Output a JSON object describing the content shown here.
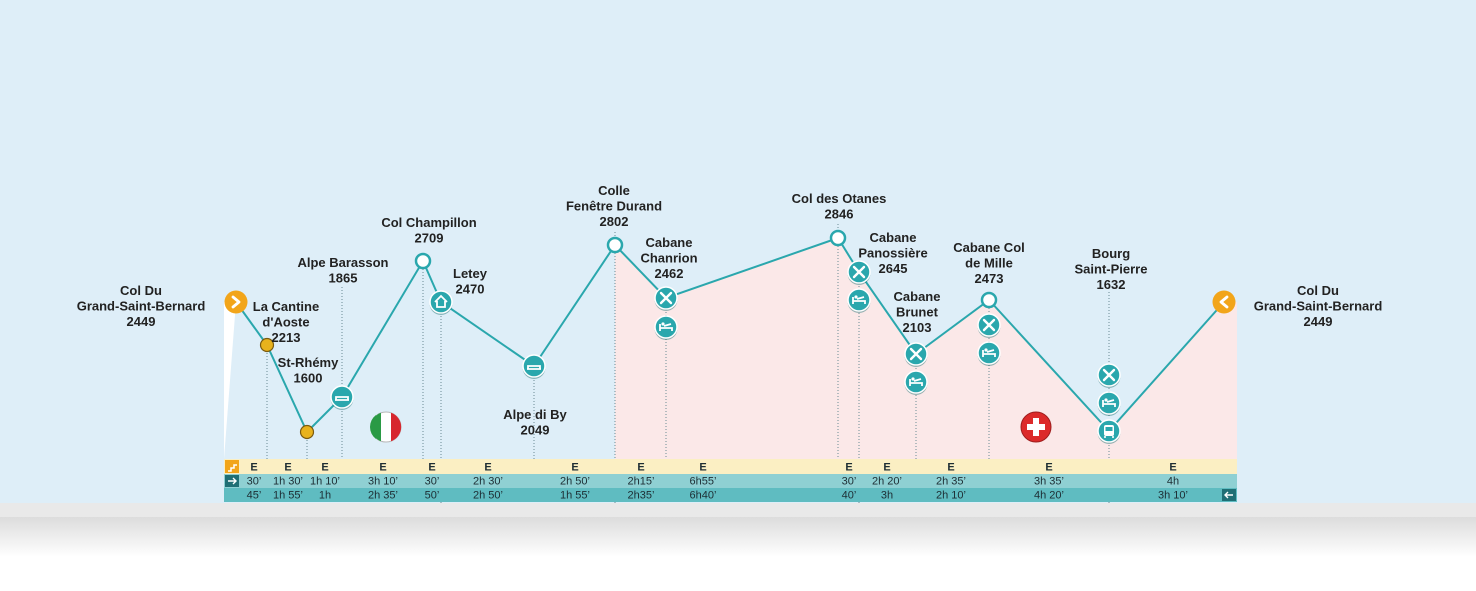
{
  "colors": {
    "sky": "#deeef8",
    "italy_fill": "#ffffff",
    "swiss_fill": "#fbe8e8",
    "line": "#2aa7ad",
    "badge": "#2aa7ad",
    "yellow_row": "#fbefc3",
    "time_row_1": "#8fd0d3",
    "time_row_2": "#5fbcc1",
    "arrow_badge": "#f2a51a",
    "passing_point": "#e8b21c"
  },
  "endpoints": {
    "start": {
      "name_line1": "Col Du",
      "name_line2": "Grand-Saint-Bernard",
      "altitude": "2449",
      "icon": "chevron-right-icon"
    },
    "end": {
      "name_line1": "Col Du",
      "name_line2": "Grand-Saint-Bernard",
      "altitude": "2449",
      "icon": "chevron-left-icon"
    }
  },
  "waypoints": [
    {
      "lines": [
        "La Cantine",
        "d'Aoste"
      ],
      "altitude": "2213",
      "icons": [
        "passing-point"
      ]
    },
    {
      "lines": [
        "St-Rhémy"
      ],
      "altitude": "1600",
      "icons": [
        "passing-point"
      ]
    },
    {
      "lines": [
        "Alpe Barasson"
      ],
      "altitude": "1865",
      "icons": [
        "bed-icon"
      ]
    },
    {
      "lines": [
        "Col  Champillon"
      ],
      "altitude": "2709",
      "icons": [
        "pass-icon"
      ]
    },
    {
      "lines": [
        "Letey"
      ],
      "altitude": "2470",
      "icons": [
        "house-icon"
      ]
    },
    {
      "lines": [
        "Alpe di By"
      ],
      "altitude": "2049",
      "icons": [
        "bed-icon"
      ]
    },
    {
      "lines": [
        "Colle",
        "Fenêtre Durand"
      ],
      "altitude": "2802",
      "icons": [
        "pass-icon"
      ]
    },
    {
      "lines": [
        "Cabane",
        "Chanrion"
      ],
      "altitude": "2462",
      "icons": [
        "restaurant-icon",
        "sleep-icon"
      ]
    },
    {
      "lines": [
        "Col des Otanes"
      ],
      "altitude": "2846",
      "icons": [
        "pass-icon"
      ]
    },
    {
      "lines": [
        "Cabane",
        "Panossière"
      ],
      "altitude": "2645",
      "icons": [
        "restaurant-icon",
        "sleep-icon"
      ]
    },
    {
      "lines": [
        "Cabane",
        "Brunet"
      ],
      "altitude": "2103",
      "icons": [
        "restaurant-icon",
        "sleep-icon"
      ]
    },
    {
      "lines": [
        "Cabane Col",
        "de Mille"
      ],
      "altitude": "2473",
      "icons": [
        "pass-icon",
        "restaurant-icon",
        "sleep-icon"
      ]
    },
    {
      "lines": [
        "Bourg",
        "Saint-Pierre"
      ],
      "altitude": "1632",
      "icons": [
        "restaurant-icon",
        "sleep-icon",
        "bus-icon"
      ]
    }
  ],
  "flags": {
    "italy": "italy-flag-icon",
    "switzerland": "swiss-flag-icon"
  },
  "table": {
    "row_icons": {
      "grade": "stairs-icon",
      "forward": "arrow-right-icon",
      "backward": "arrow-left-icon"
    },
    "segments": [
      {
        "grade": "E",
        "forward": "30’",
        "backward": "45’"
      },
      {
        "grade": "E",
        "forward": "1h 30’",
        "backward": "1h 55’"
      },
      {
        "grade": "E",
        "forward": "1h 10’",
        "backward": "1h"
      },
      {
        "grade": "E",
        "forward": "3h 10’",
        "backward": "2h 35’"
      },
      {
        "grade": "E",
        "forward": "30’",
        "backward": "50’"
      },
      {
        "grade": "E",
        "forward": "2h 30’",
        "backward": "2h 50’"
      },
      {
        "grade": "E",
        "forward": "2h 50’",
        "backward": "1h 55’"
      },
      {
        "grade": "E",
        "forward": "2h15’",
        "backward": "2h35’"
      },
      {
        "grade": "E",
        "forward": "6h55’",
        "backward": "6h40’"
      },
      {
        "grade": "E",
        "forward": "30’",
        "backward": "40’"
      },
      {
        "grade": "E",
        "forward": "2h 20’",
        "backward": "3h"
      },
      {
        "grade": "E",
        "forward": "2h 35’",
        "backward": "2h 10’"
      },
      {
        "grade": "E",
        "forward": "3h 35’",
        "backward": "4h 20’"
      },
      {
        "grade": "E",
        "forward": "4h",
        "backward": "3h 10’"
      }
    ]
  }
}
